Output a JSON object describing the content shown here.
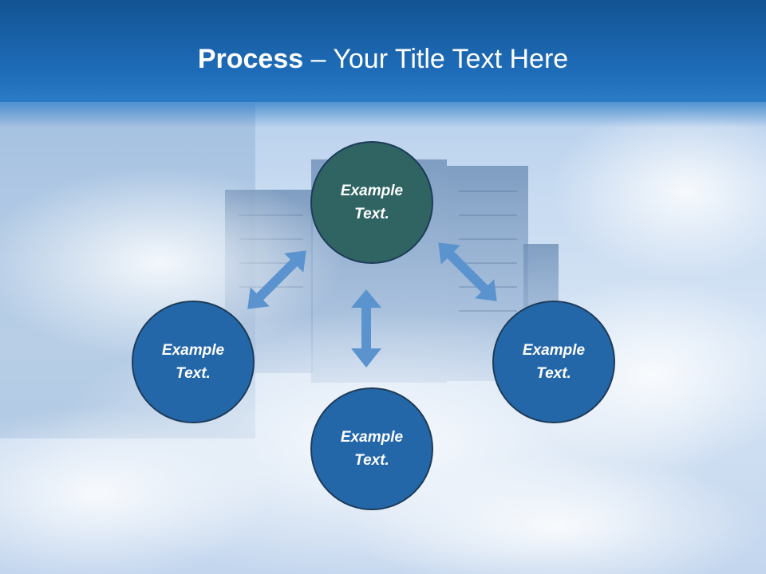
{
  "header": {
    "title_bold": "Process",
    "title_rest": " – Your Title Text Here"
  },
  "nodes": {
    "top": "Example Text.",
    "left": "Example Text.",
    "right": "Example Text.",
    "bottom": "Example Text."
  },
  "colors": {
    "header": "#1e6cb8",
    "node_top": "#2f6462",
    "node_other": "#2467a9",
    "arrow": "#5b93cf"
  },
  "icons": [
    "double-arrow-icon"
  ]
}
